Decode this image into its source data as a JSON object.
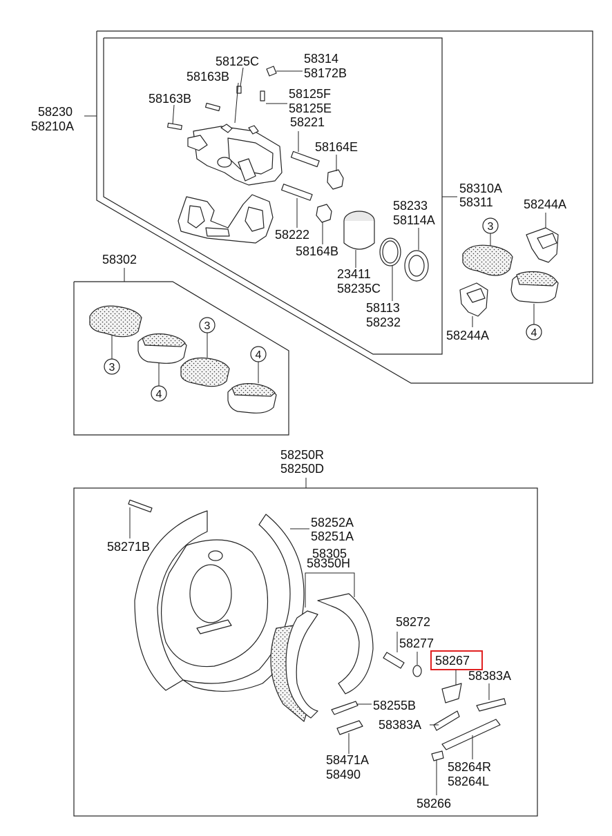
{
  "caliper_assembly": {
    "group_numbers": [
      "58230",
      "58210A"
    ],
    "parts": {
      "p1": "58125C",
      "p2": "58314",
      "p3": "58172B",
      "p4": "58163B",
      "p5": "58163B",
      "p6": "58125F",
      "p7": "58125E",
      "p8": "58221",
      "p9": "58164E",
      "p10": "58233",
      "p11": "58114A",
      "p12": "58222",
      "p13": "58164B",
      "p14": "23411",
      "p15": "58235C",
      "p16": "58113",
      "p17": "58232"
    }
  },
  "pad_kit_right": {
    "group_numbers": [
      "58310A",
      "58311"
    ],
    "clip_upper": "58244A",
    "clip_lower": "58244A",
    "pad_ref_a": "3",
    "pad_ref_b": "4"
  },
  "pad_kit_left": {
    "group_number": "58302",
    "refs": [
      "3",
      "4",
      "3",
      "4"
    ]
  },
  "parking_brake": {
    "group_numbers": [
      "58250R",
      "58250D"
    ],
    "parts": {
      "p1": "58271B",
      "p2": "58252A",
      "p3": "58251A",
      "p4": "58305",
      "p5": "58350H",
      "p6": "58272",
      "p7": "58277",
      "p8": "58383A",
      "p9": "58255B",
      "p10": "58383A",
      "p11": "58471A",
      "p12": "58490",
      "p13": "58264R",
      "p14": "58264L",
      "p15": "58266"
    },
    "highlighted_part": "58267",
    "highlight_color": "#e02020"
  }
}
